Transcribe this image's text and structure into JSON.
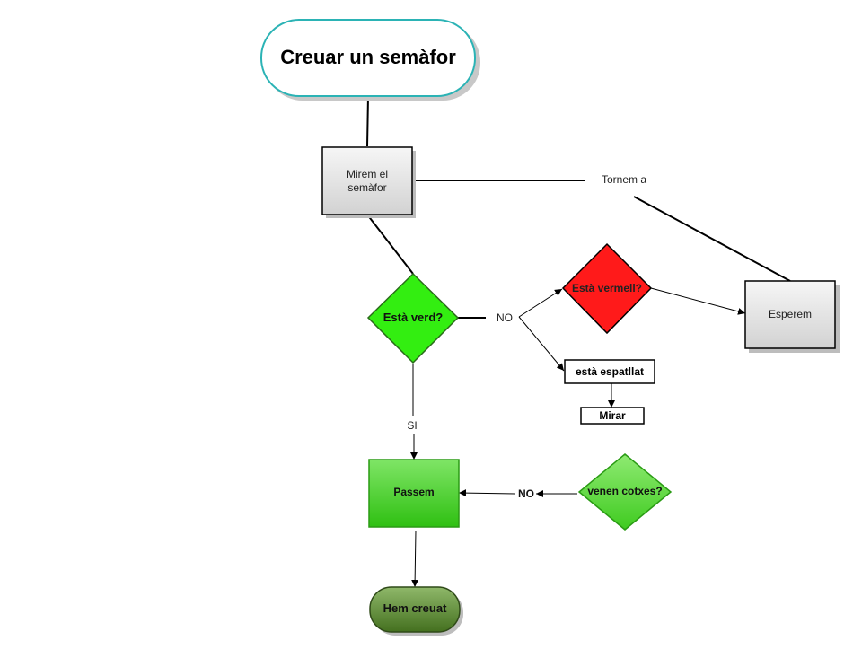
{
  "nodes": {
    "start": "Creuar un semàfor",
    "look_line1": "Mirem el",
    "look_line2": "semàfor",
    "is_green": "Està verd?",
    "is_red": "Està vermell?",
    "wait": "Esperem",
    "broken": "està espatllat",
    "look_broken": "Mirar",
    "pass": "Passem",
    "cars": "venen cotxes?",
    "end": "Hem creuat"
  },
  "edge_labels": {
    "retry": "Tornem a",
    "green_no": "NO",
    "green_yes": "SI",
    "cars_no": "NO"
  },
  "colors": {
    "start_border": "#2bb3b5",
    "green_fill": "#33ee11",
    "red_fill": "#ff1a1a",
    "pass_fill": "#3ecf24",
    "cars_fill": "#5bd93a",
    "end_fill": "#5d8a34",
    "box_gray": "#e6e6e6"
  }
}
